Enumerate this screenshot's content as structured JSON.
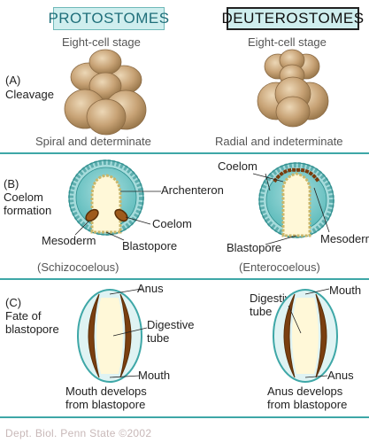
{
  "headers": {
    "protostomes": "PROTOSTOMES",
    "deuterostomes": "DEUTEROSTOMES"
  },
  "panel_a": {
    "label_letter": "(A)",
    "label_name": "Cleavage",
    "stage_left": "Eight-cell stage",
    "stage_right": "Eight-cell stage",
    "caption_left": "Spiral and determinate",
    "caption_right": "Radial and indeterminate"
  },
  "panel_b": {
    "label_letter": "(B)",
    "label_line1": "Coelom",
    "label_line2": "formation",
    "left": {
      "archenteron": "Archenteron",
      "coelom": "Coelom",
      "mesoderm": "Mesoderm",
      "blastopore": "Blastopore",
      "type": "(Schizocoelous)"
    },
    "right": {
      "coelom": "Coelom",
      "mesoderm": "Mesoderm",
      "blastopore": "Blastopore",
      "type": "(Enterocoelous)"
    }
  },
  "panel_c": {
    "label_letter": "(C)",
    "label_line1": "Fate of",
    "label_line2": "blastopore",
    "left": {
      "anus": "Anus",
      "digestive1": "Digestive",
      "digestive2": "tube",
      "mouth": "Mouth",
      "caption1": "Mouth develops",
      "caption2": "from blastopore"
    },
    "right": {
      "digestive1": "Digestive",
      "digestive2": "tube",
      "mouth": "Mouth",
      "anus": "Anus",
      "caption1": "Anus develops",
      "caption2": "from blastopore"
    }
  },
  "footer": "Dept. Biol. Penn State ©2002",
  "colors": {
    "teal": "#3ea7a7",
    "header_fill": "#cfeeee",
    "cell": "#c8a477",
    "brown": "#8a4a12",
    "cream": "#fff8d8"
  }
}
